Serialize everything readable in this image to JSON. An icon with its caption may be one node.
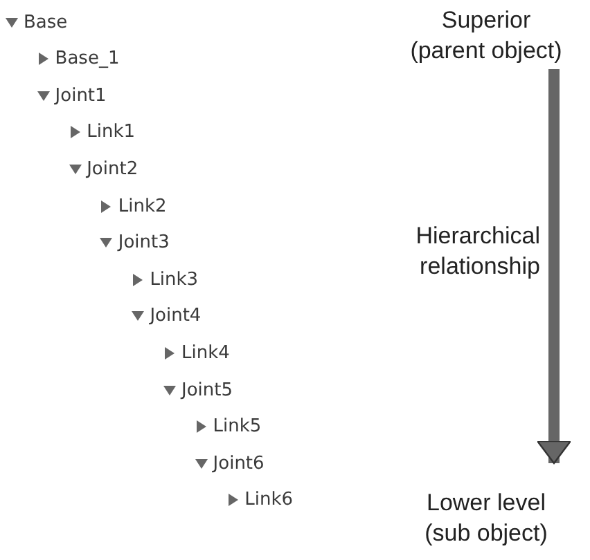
{
  "diagram": {
    "nodes": [
      {
        "text": [
          "Superior (parent object)"
        ]
      },
      {
        "text": [
          "Lower level (sub object)"
        ]
      }
    ],
    "edges": [
      {
        "from": 0,
        "to": 1,
        "arrow": "to",
        "label": "Hierarchical relationship"
      }
    ],
    "labels": [
      "Base",
      "Base_1",
      "Joint1",
      "Link1",
      "Joint2",
      "Link2",
      "Joint3",
      "Link3",
      "Joint4",
      "Link4",
      "Joint5",
      "Link5",
      "Joint6",
      "Link6"
    ]
  }
}
